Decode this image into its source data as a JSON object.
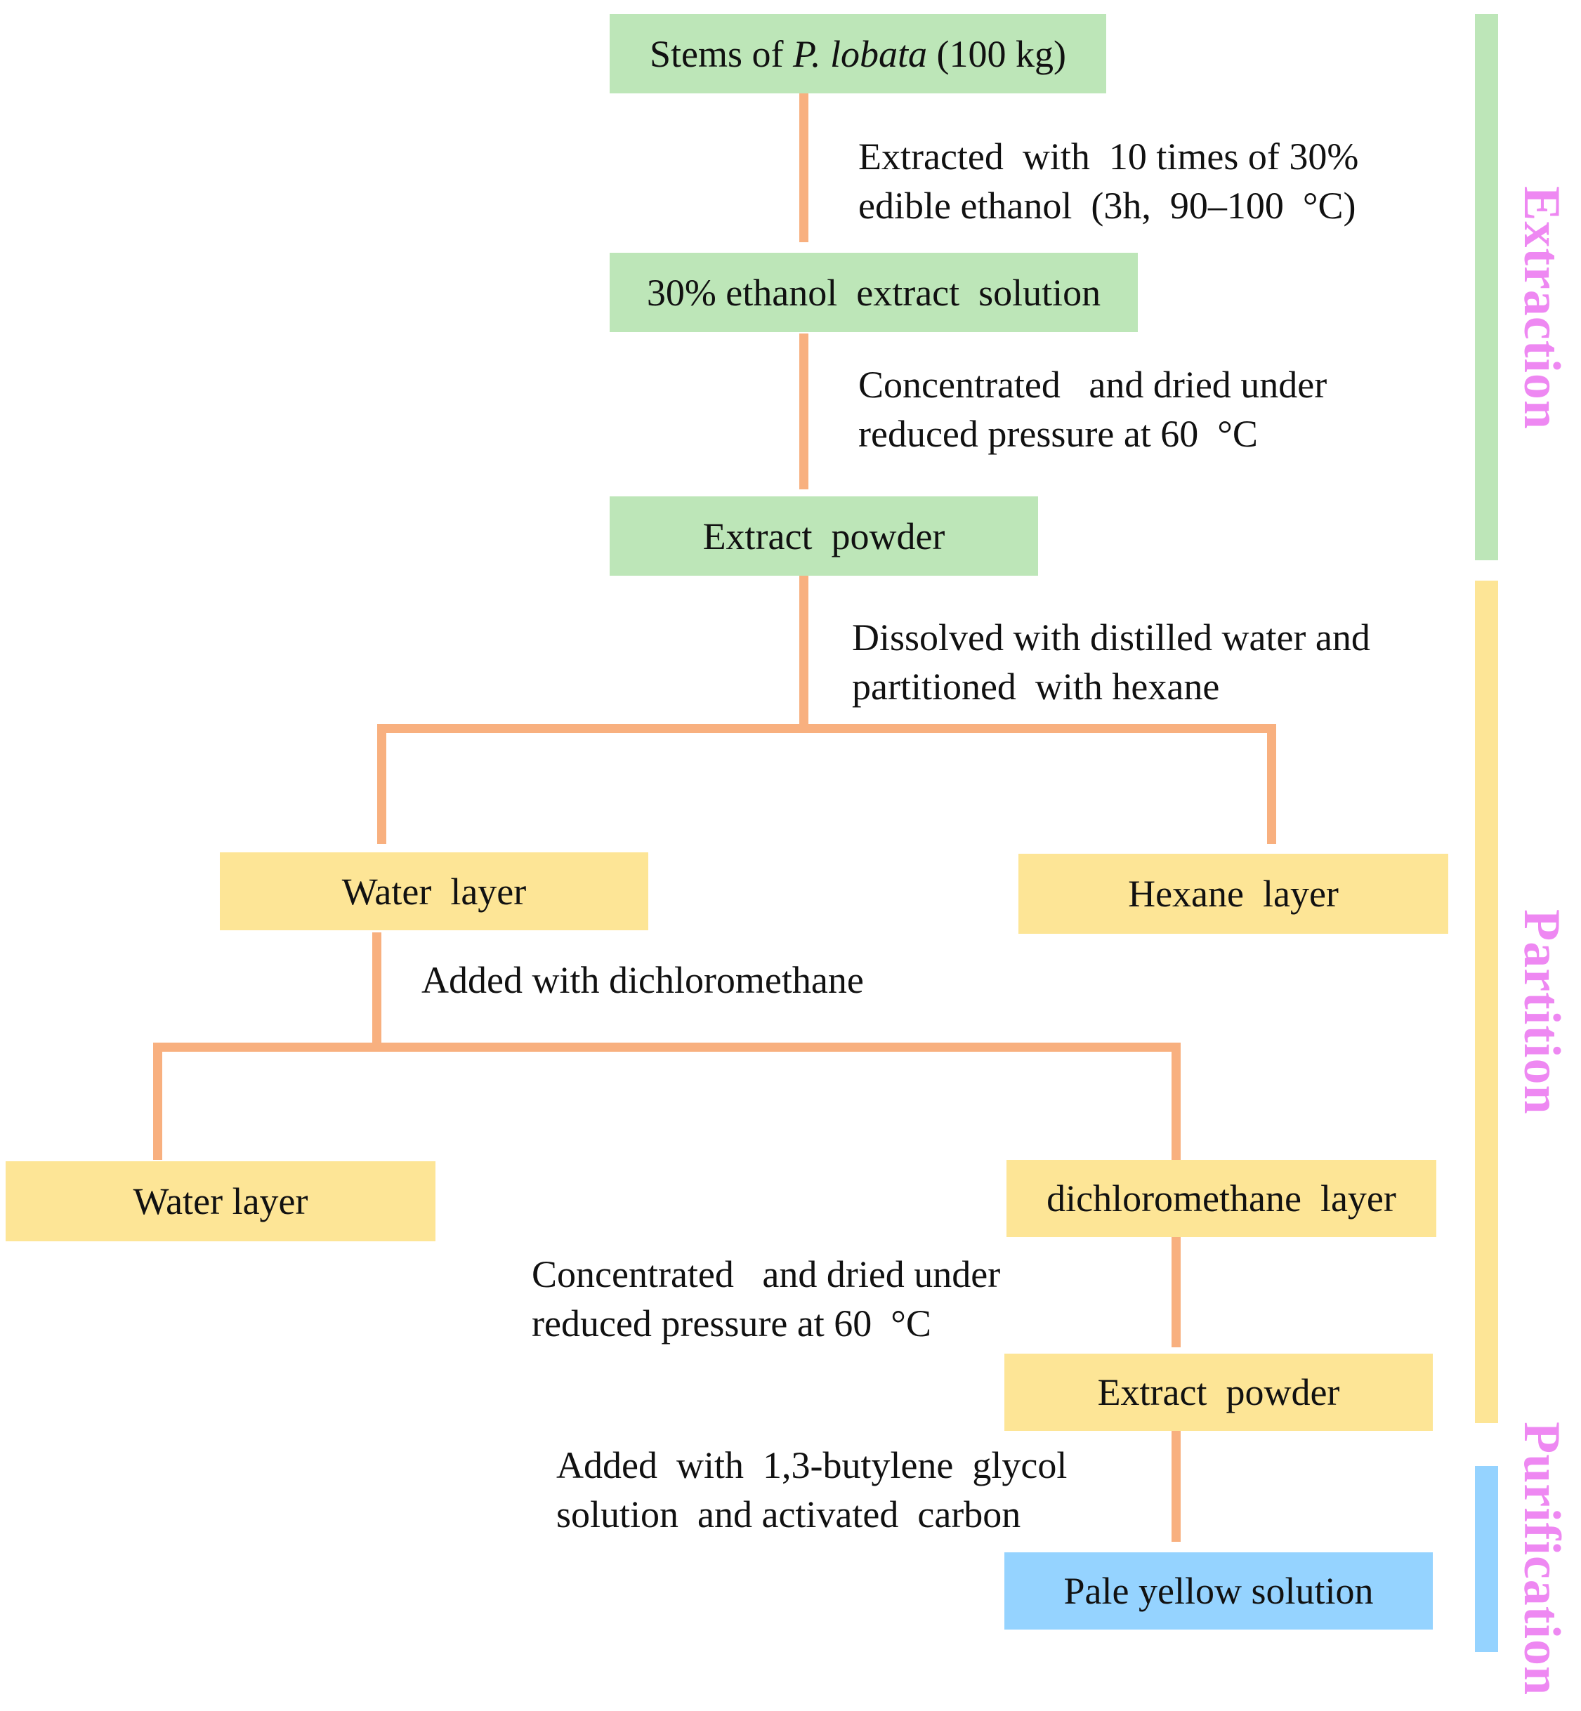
{
  "colors": {
    "connector": "#f8b07f",
    "extraction_fill": "#bde6b8",
    "partition_fill": "#fde596",
    "purification_fill": "#95d3ff",
    "stage_label": "#ee88f2"
  },
  "nodes": {
    "stems": {
      "prefix": "Stems of ",
      "species": "P. lobata",
      "suffix": " (100 kg)"
    },
    "ethanol_extract": "30% ethanol  extract  solution",
    "extract_powder_1": "Extract  powder",
    "water_layer_1": "Water  layer",
    "hexane_layer": "Hexane  layer",
    "water_layer_2": "Water layer",
    "dcm_layer": "dichloromethane  layer",
    "extract_powder_2": "Extract  powder",
    "pale_yellow": "Pale yellow solution"
  },
  "steps": {
    "extraction": [
      "Extracted  with  10 times of 30%",
      "edible ethanol  (3h,  90–100  °C)"
    ],
    "concentrate_1": [
      "Concentrated   and dried under",
      "reduced pressure at 60  °C"
    ],
    "dissolve": [
      "Dissolved with distilled water and",
      "partitioned  with hexane"
    ],
    "dcm_added": [
      "Added with dichloromethane"
    ],
    "concentrate_2": [
      "Concentrated   and dried under",
      "reduced pressure at 60  °C"
    ],
    "purify": [
      "Added  with  1,3-butylene  glycol",
      "solution  and activated  carbon"
    ]
  },
  "stages": {
    "extraction": "Extraction",
    "partition": "Partition",
    "purification": "Purification"
  }
}
